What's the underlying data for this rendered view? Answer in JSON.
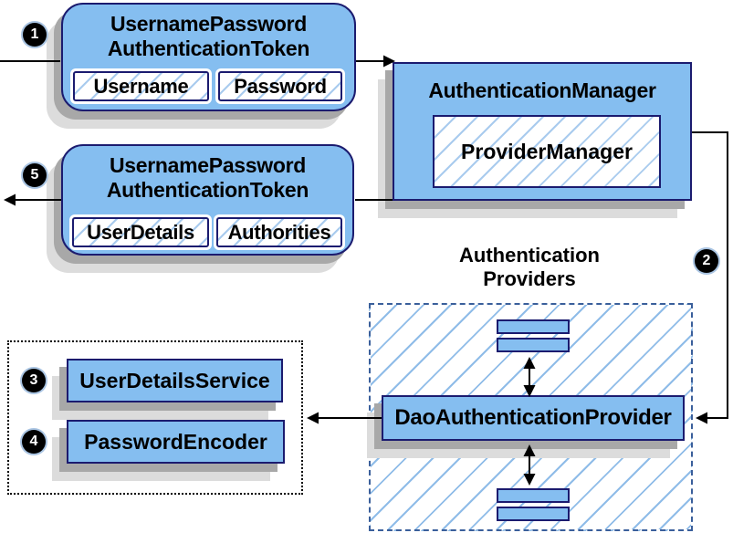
{
  "step_badges": {
    "s1": "1",
    "s2": "2",
    "s3": "3",
    "s4": "4",
    "s5": "5"
  },
  "request_token": {
    "title_line1": "UsernamePassword",
    "title_line2": "AuthenticationToken",
    "fields": [
      "Username",
      "Password"
    ]
  },
  "authentication_manager": {
    "title": "AuthenticationManager",
    "delegate": "ProviderManager"
  },
  "response_token": {
    "title_line1": "UsernamePassword",
    "title_line2": "AuthenticationToken",
    "fields": [
      "UserDetails",
      "Authorities"
    ]
  },
  "providers": {
    "heading_line1": "Authentication",
    "heading_line2": "Providers",
    "main_provider": "DaoAuthenticationProvider"
  },
  "services": {
    "user_details_service": "UserDetailsService",
    "password_encoder": "PasswordEncoder"
  },
  "colors": {
    "box_fill": "#85BEF0",
    "box_border": "#1B1B6F",
    "hatch_line": "#9CC3EC",
    "group_dash_border": "#3A5F9B",
    "shadow_dark": "#A8A8A8",
    "shadow_light": "#DCDCDC"
  }
}
